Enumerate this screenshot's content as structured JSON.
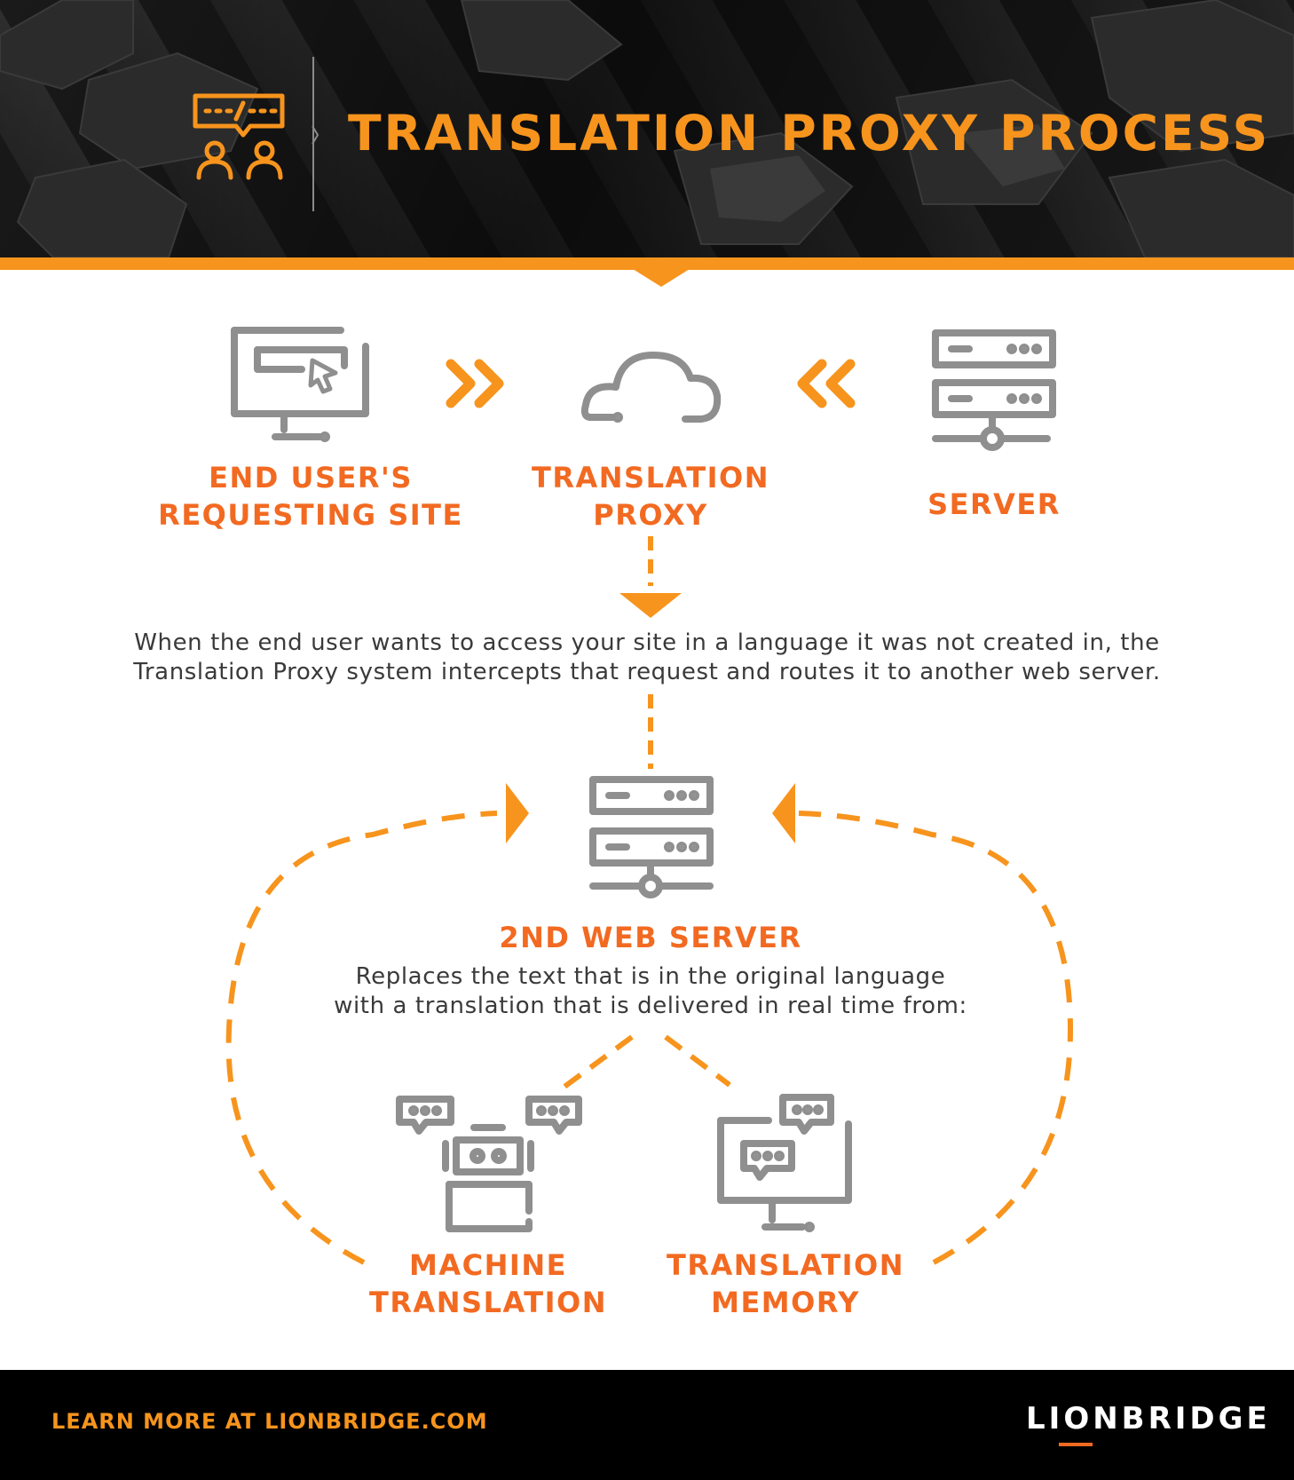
{
  "header": {
    "title": "TRANSLATION PROXY PROCESS"
  },
  "steps": {
    "end_user_line1": "END USER'S",
    "end_user_line2": "REQUESTING SITE",
    "proxy_line1": "TRANSLATION",
    "proxy_line2": "PROXY",
    "server": "SERVER"
  },
  "intercept_text": {
    "line1": "When the end user wants to access your site in a language it was not created in, the",
    "line2": "Translation Proxy system intercepts that request and routes it to another web server."
  },
  "second_server": {
    "label": "2ND WEB SERVER",
    "desc_line1": "Replaces the text that is in the original language",
    "desc_line2": "with a translation that is delivered in real time from:"
  },
  "sources": {
    "machine_line1": "MACHINE",
    "machine_line2": "TRANSLATION",
    "memory_line1": "TRANSLATION",
    "memory_line2": "MEMORY"
  },
  "footer": {
    "link": "LEARN MORE AT LIONBRIDGE.COM",
    "logo": "LIONBRIDGE"
  },
  "colors": {
    "orange": "#f7941d",
    "label_orange": "#f26a21",
    "icon_gray": "#8f8f8f",
    "text_dark": "#3a3a3a"
  },
  "icons": [
    "translation-chat-icon",
    "monitor-cursor-icon",
    "chevron-right-icon",
    "cloud-icon",
    "chevron-left-icon",
    "server-icon",
    "arrow-down-icon",
    "robot-chat-icon",
    "monitor-chat-icon"
  ]
}
